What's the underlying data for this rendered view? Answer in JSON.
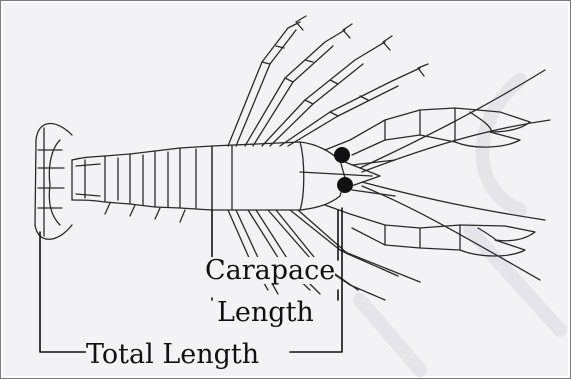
{
  "diagram": {
    "labels": {
      "carapace_line1": "Carapace",
      "carapace_line2": "Length",
      "total": "Total Length"
    },
    "colors": {
      "background": "#f3f3f6",
      "ink": "#2a2a2a",
      "eye": "#111111",
      "frame": "#7a7a7a"
    }
  }
}
